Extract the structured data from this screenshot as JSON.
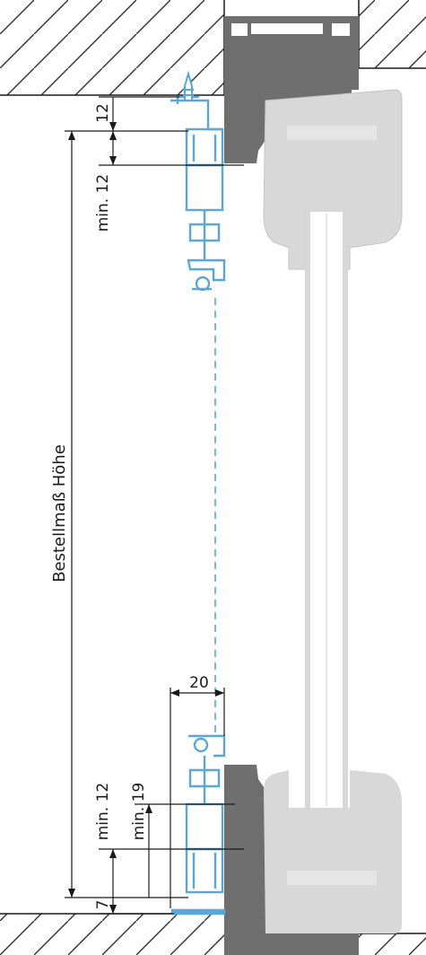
{
  "labels": {
    "order_height": "Bestellmaß Höhe",
    "top_gap": "12",
    "top_min": "min. 12",
    "depth": "20",
    "bottom_min_12": "min. 12",
    "bottom_min_19": "min. 19",
    "bottom_gap": "7"
  },
  "colors": {
    "profile_blue": "#5aa6d9",
    "frame_gray": "#6f6f6f",
    "sash_light": "#d8d8d8",
    "hatch": "#333333",
    "dim_line": "#1a1a1a"
  },
  "icons": {
    "screw": "screw-icon"
  }
}
